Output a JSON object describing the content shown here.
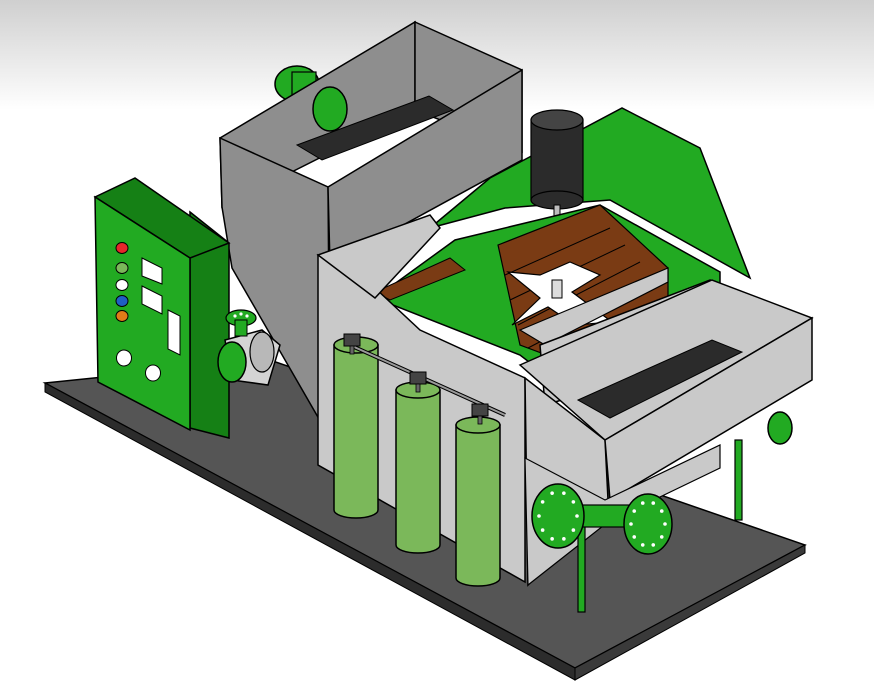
{
  "colors": {
    "green": "#22aa22",
    "green_dark": "#158015",
    "light_green": "#7bb85a",
    "steel_gray": "#8e8e8e",
    "light_gray": "#c9c9c9",
    "dark_gray": "#2b2b2b",
    "base_gray": "#555555",
    "wood_brown": "#7a3b14",
    "indicator_red": "#e8262b",
    "indicator_white": "#ffffff",
    "indicator_blue": "#1f5fc4",
    "indicator_orange": "#e27b18"
  },
  "panel": {
    "indicator_lights": [
      "red",
      "light-green",
      "white",
      "blue",
      "orange"
    ],
    "push_buttons": 2
  },
  "cylinders": {
    "count": 3
  },
  "blades": {
    "count": 4
  },
  "icons": [
    "control-panel-icon",
    "hopper-icon",
    "motor-icon",
    "pump-icon",
    "flange-icon",
    "filter-cylinder-icon",
    "mixing-blade-icon"
  ]
}
